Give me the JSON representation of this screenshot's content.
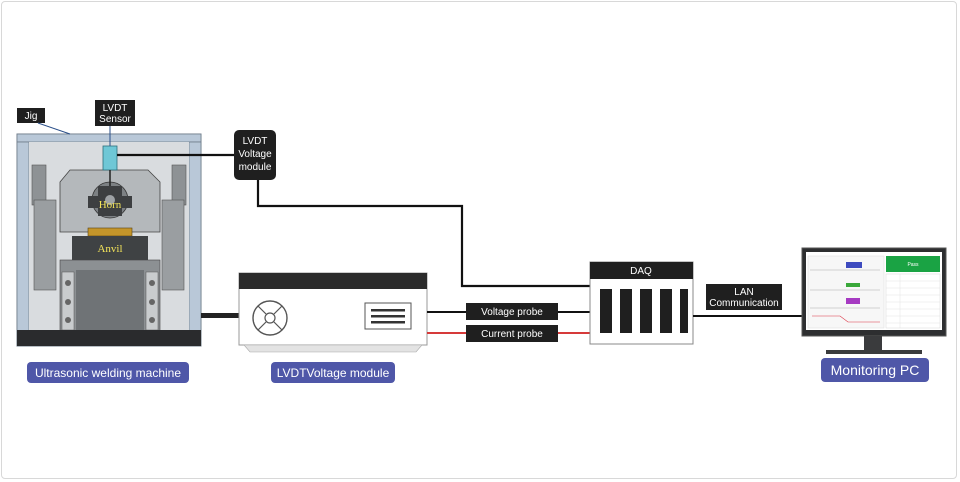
{
  "labels": {
    "jig": "Jig",
    "lvdt_sensor_line1": "LVDT",
    "lvdt_sensor_line2": "Sensor",
    "lvdt_module_line1": "LVDT",
    "lvdt_module_line2": "Voltage",
    "lvdt_module_line3": "module",
    "horn": "Horn",
    "anvil": "Anvil",
    "daq": "DAQ",
    "lan_line1": "LAN",
    "lan_line2": "Communication",
    "voltage_probe": "Voltage probe",
    "current_probe": "Current probe",
    "pass": "Pass"
  },
  "captions": {
    "welding_machine": "Ultrasonic welding machine",
    "voltage_module": "LVDTVoltage module",
    "monitoring_pc": "Monitoring PC"
  },
  "colors": {
    "caption_bg": "#4f57a8",
    "label_bg": "#1f1f1f",
    "current_wire": "#d63a3a",
    "pass_green": "#1aa344"
  }
}
